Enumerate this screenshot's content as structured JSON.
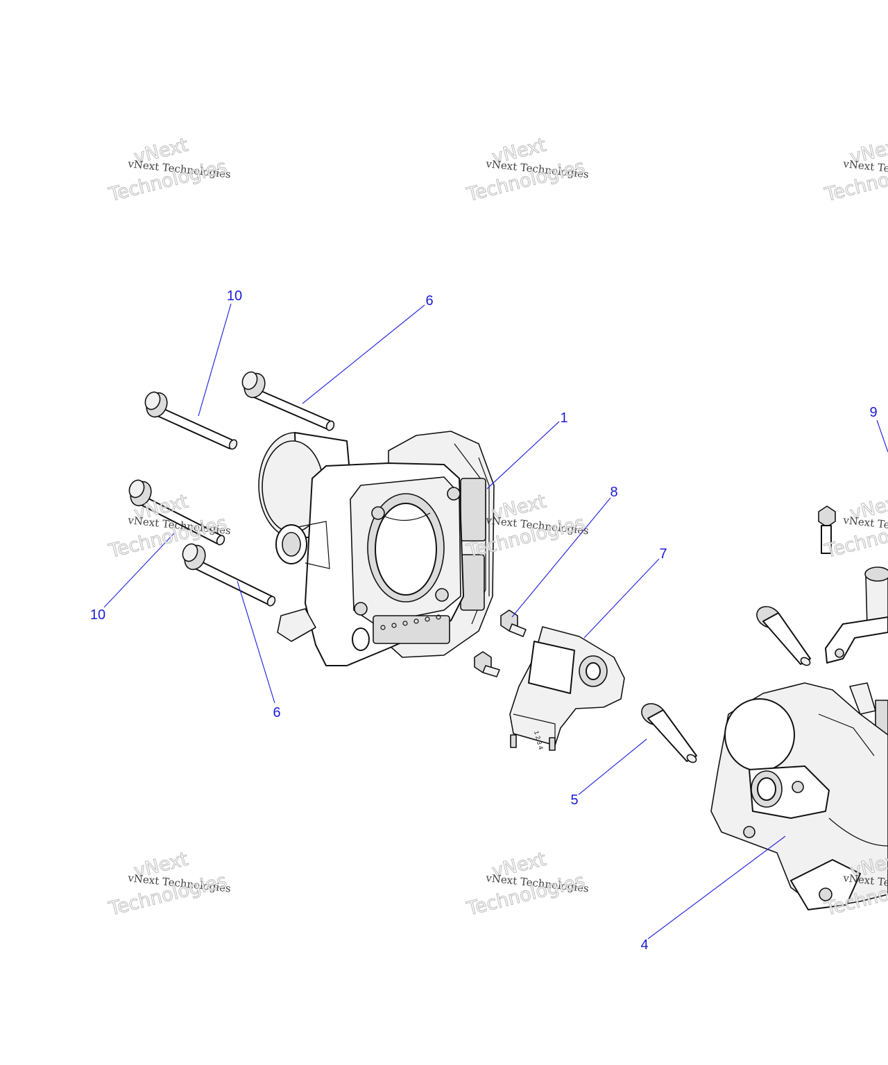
{
  "diagram": {
    "callouts": [
      {
        "id": "c10a",
        "label": "10"
      },
      {
        "id": "c6a",
        "label": "6"
      },
      {
        "id": "c1",
        "label": "1"
      },
      {
        "id": "c8",
        "label": "8"
      },
      {
        "id": "c7",
        "label": "7"
      },
      {
        "id": "c9",
        "label": "9"
      },
      {
        "id": "c10b",
        "label": "10"
      },
      {
        "id": "c6b",
        "label": "6"
      },
      {
        "id": "c5",
        "label": "5"
      },
      {
        "id": "c4",
        "label": "4"
      }
    ],
    "sensor_pins": "1 2 3 4"
  },
  "watermark": {
    "line1": "vNext",
    "line2": "vNext Technologies",
    "line3": "Technologies"
  },
  "colors": {
    "callout": "#1a1ad6",
    "leader": "#2a2ae0",
    "part_outline": "#111111",
    "part_shade": "#dcdcdc"
  }
}
